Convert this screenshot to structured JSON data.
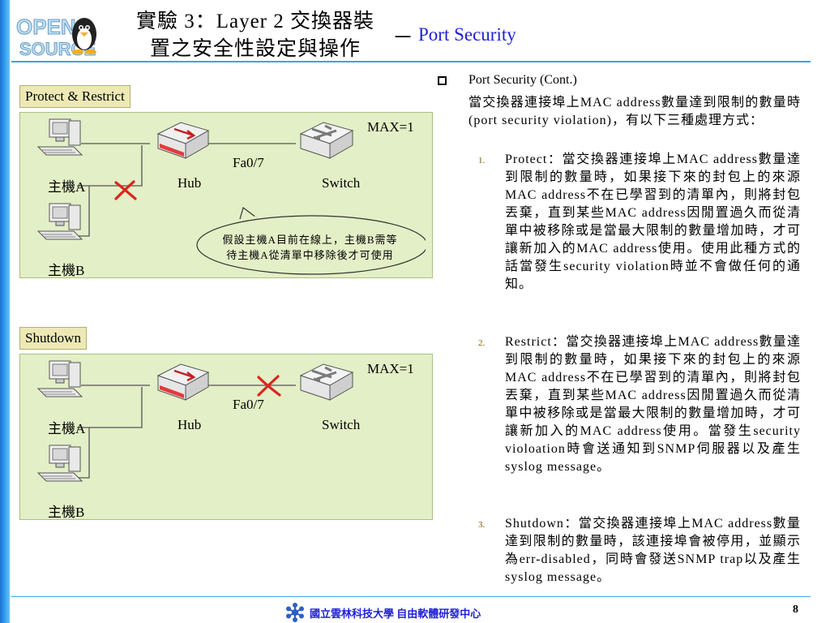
{
  "colors": {
    "accent": "#3aa4e8",
    "title_blue": "#1f1fd6",
    "panel": "#e3efc6",
    "tag": "#ece9b5",
    "cross": "#d9261c"
  },
  "logo": {
    "alt": "OPEN SOURCE"
  },
  "title": {
    "line1": "實驗 3：Layer 2 交換器裝",
    "line2": "置之安全性設定與操作",
    "dash": "－",
    "english": "Port Security"
  },
  "panels": [
    {
      "tag": "Protect & Restrict",
      "max": "MAX=1",
      "port": "Fa0/7",
      "host_a": "主機A",
      "host_b": "主機B",
      "hub": "Hub",
      "switch": "Switch",
      "note": "假設主機A目前在線上，主機B需等待主機A從清單中移除後才可使用"
    },
    {
      "tag": "Shutdown",
      "max": "MAX=1",
      "port": "Fa0/7",
      "host_a": "主機A",
      "host_b": "主機B",
      "hub": "Hub",
      "switch": "Switch"
    }
  ],
  "content": {
    "heading": "Port Security (Cont.)",
    "intro": "當交換器連接埠上MAC address數量達到限制的數量時 (port security violation)，有以下三種處理方式：",
    "items": [
      {
        "num": "1.",
        "text": "Protect：當交換器連接埠上MAC address數量達到限制的數量時，如果接下來的封包上的來源MAC address不在已學習到的清單內，則將封包丟棄，直到某些MAC address因閒置過久而從清單中被移除或是當最大限制的數量增加時，才可讓新加入的MAC address使用。使用此種方式的話當發生security violation時並不會做任何的通知。"
      },
      {
        "num": "2.",
        "text": "Restrict：當交換器連接埠上MAC address數量達到限制的數量時，如果接下來的封包上的來源MAC address不在已學習到的清單內，則將封包丟棄，直到某些MAC address因閒置過久而從清單中被移除或是當最大限制的數量增加時，才可讓新加入的MAC address使用。當發生security violoation時會送通知到SNMP伺服器以及產生syslog message。"
      },
      {
        "num": "3.",
        "text": "Shutdown：當交換器連接埠上MAC address數量達到限制的數量時，該連接埠會被停用，並顯示為err-disabled，同時會發送SNMP trap以及產生syslog message。"
      }
    ]
  },
  "footer": {
    "org": "國立雲林科技大學 自由軟體研發中心",
    "page": "8"
  }
}
